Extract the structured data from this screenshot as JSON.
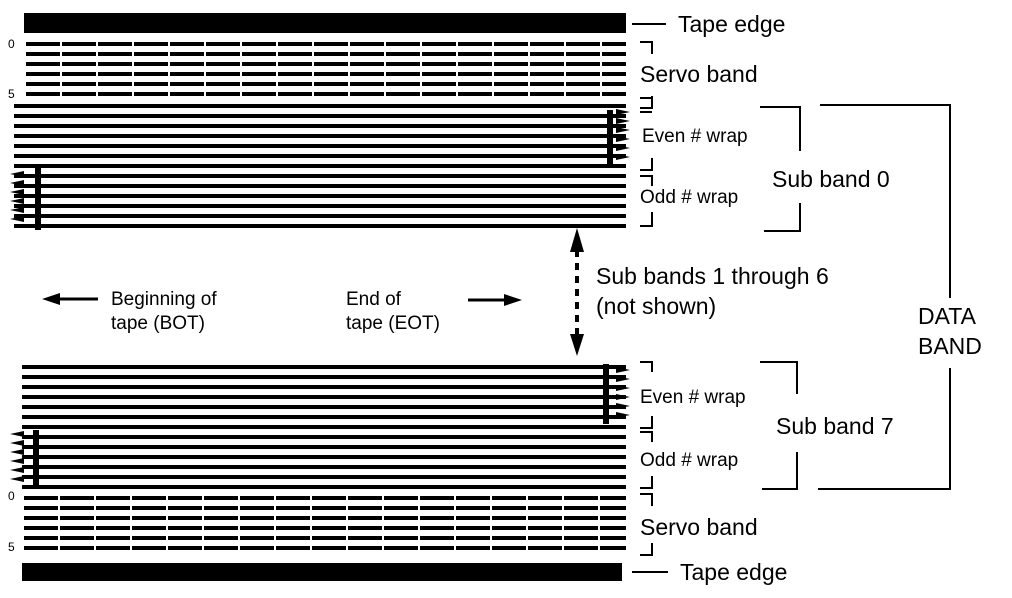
{
  "labels": {
    "tape_edge_top": "Tape edge",
    "tape_edge_bottom": "Tape edge",
    "servo_band_top": "Servo band",
    "servo_band_bottom": "Servo band",
    "even_wrap_top": "Even # wrap",
    "odd_wrap_top": "Odd # wrap",
    "sub_band_0": "Sub band 0",
    "sub_bands_middle_line1": "Sub bands 1 through 6",
    "sub_bands_middle_line2": "(not shown)",
    "bot_line1": "Beginning of",
    "bot_line2": "tape (BOT)",
    "eot_line1": "End of",
    "eot_line2": "tape (EOT)",
    "even_wrap_bottom": "Even # wrap",
    "odd_wrap_bottom": "Odd # wrap",
    "sub_band_7": "Sub band 7",
    "data_band_line1": "DATA",
    "data_band_line2": "BAND",
    "servo_top_tick_0": "0",
    "servo_top_tick_5": "5",
    "servo_bottom_tick_0": "0",
    "servo_bottom_tick_5": "5"
  },
  "colors": {
    "ink": "#000000",
    "background": "#ffffff"
  }
}
